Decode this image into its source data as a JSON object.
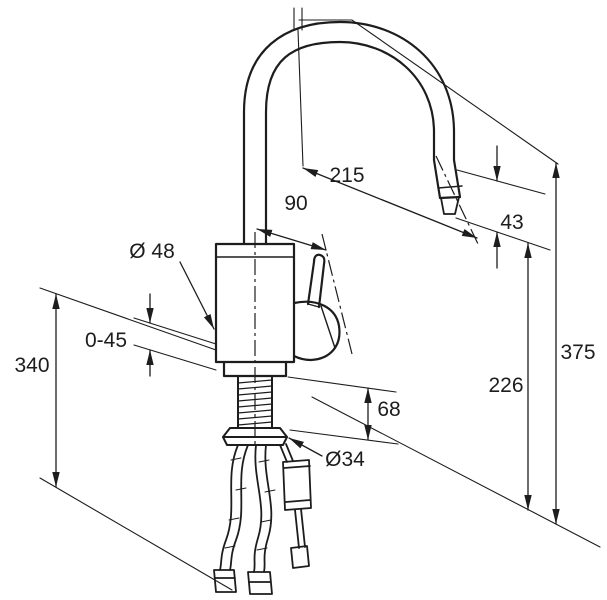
{
  "colors": {
    "line": "#1d1d1d",
    "background": "#ffffff"
  },
  "drawing": {
    "labels": {
      "spout_reach": "215",
      "spout_offset": "90",
      "outlet_drop": "43",
      "body_diameter": "Ø 48",
      "deck_thickness": "0-45",
      "hose_length": "340",
      "total_height": "375",
      "outlet_height": "226",
      "shank_length": "68",
      "base_diameter": "Ø34"
    }
  }
}
